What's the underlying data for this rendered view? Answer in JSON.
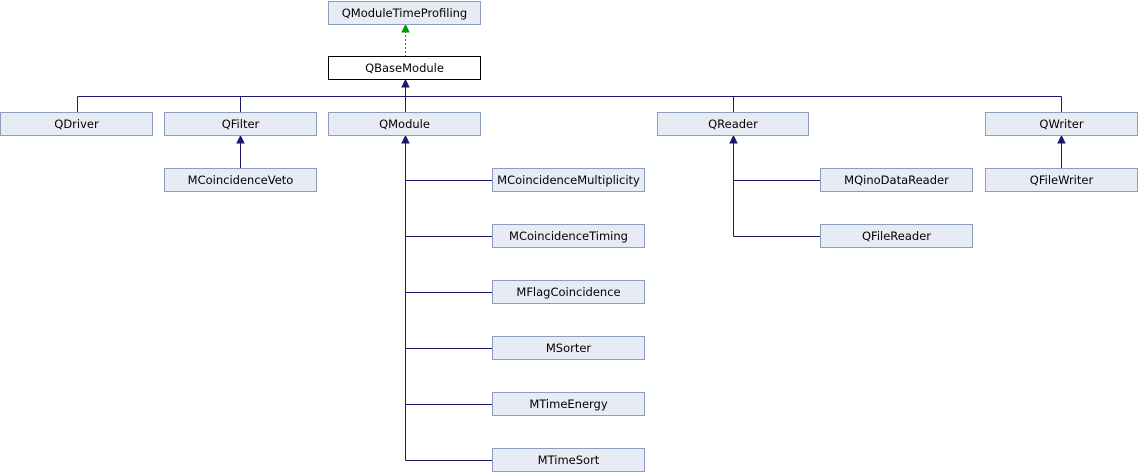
{
  "diagram": {
    "nodes": {
      "profiling": "QModuleTimeProfiling",
      "base": "QBaseModule",
      "driver": "QDriver",
      "filter": "QFilter",
      "module": "QModule",
      "reader": "QReader",
      "writer": "QWriter",
      "veto": "MCoincidenceVeto",
      "multiplicity": "MCoincidenceMultiplicity",
      "timing": "MCoincidenceTiming",
      "flag": "MFlagCoincidence",
      "sorter": "MSorter",
      "timeenergy": "MTimeEnergy",
      "timesort": "MTimeSort",
      "qino": "MQinoDataReader",
      "filereader": "QFileReader",
      "filewriter": "QFileWriter"
    },
    "edges": [
      {
        "from": "base",
        "to": "profiling",
        "kind": "usage"
      },
      {
        "from": "driver",
        "to": "base",
        "kind": "inheritance"
      },
      {
        "from": "filter",
        "to": "base",
        "kind": "inheritance"
      },
      {
        "from": "module",
        "to": "base",
        "kind": "inheritance"
      },
      {
        "from": "reader",
        "to": "base",
        "kind": "inheritance"
      },
      {
        "from": "writer",
        "to": "base",
        "kind": "inheritance"
      },
      {
        "from": "veto",
        "to": "filter",
        "kind": "inheritance"
      },
      {
        "from": "multiplicity",
        "to": "module",
        "kind": "inheritance"
      },
      {
        "from": "timing",
        "to": "module",
        "kind": "inheritance"
      },
      {
        "from": "flag",
        "to": "module",
        "kind": "inheritance"
      },
      {
        "from": "sorter",
        "to": "module",
        "kind": "inheritance"
      },
      {
        "from": "timeenergy",
        "to": "module",
        "kind": "inheritance"
      },
      {
        "from": "timesort",
        "to": "module",
        "kind": "inheritance"
      },
      {
        "from": "qino",
        "to": "reader",
        "kind": "inheritance"
      },
      {
        "from": "filereader",
        "to": "reader",
        "kind": "inheritance"
      },
      {
        "from": "filewriter",
        "to": "writer",
        "kind": "inheritance"
      }
    ],
    "colors": {
      "node_fill": "#e7ebf4",
      "node_border": "#8c9dbf",
      "current_node_fill": "#ffffff",
      "current_node_border": "#000000",
      "inheritance_edge": "#191970",
      "usage_edge": "#009900"
    }
  }
}
